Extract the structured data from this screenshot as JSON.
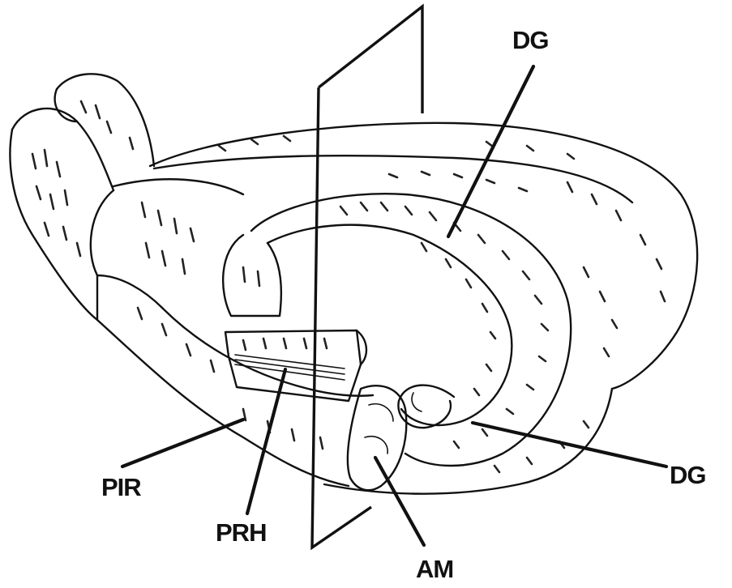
{
  "labels": {
    "dg_top": "DG",
    "dg_right": "DG",
    "pir": "PIR",
    "prh": "PRH",
    "am": "AM"
  },
  "colors": {
    "ink": "#111111",
    "background": "#ffffff"
  }
}
